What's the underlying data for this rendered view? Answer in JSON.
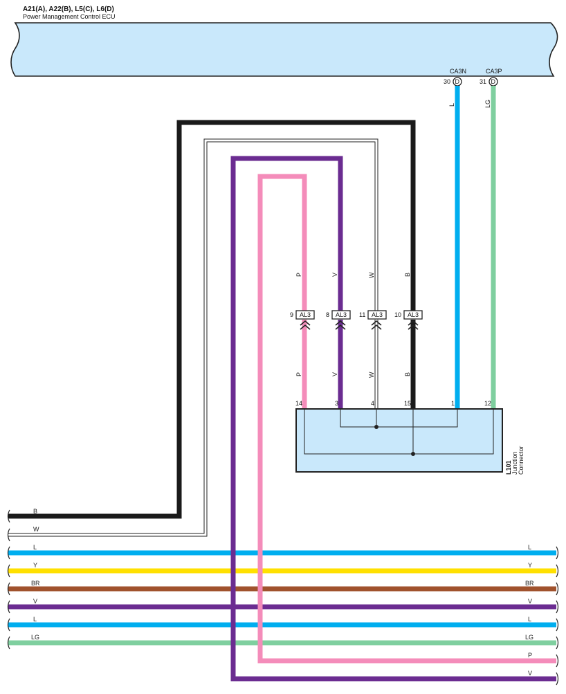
{
  "ecu": {
    "title": "A21(A), A22(B), L5(C), L6(D)",
    "name": "Power Management Control ECU",
    "pins": [
      {
        "num": "30",
        "terminal": "D",
        "signal": "CA3N",
        "wire": "L"
      },
      {
        "num": "31",
        "terminal": "D",
        "signal": "CA3P",
        "wire": "LG"
      }
    ]
  },
  "junction": {
    "id": "L101",
    "name_line1": "Junction",
    "name_line2": "Connector",
    "pins": [
      "14",
      "3",
      "4",
      "15",
      "1",
      "12"
    ]
  },
  "connectors": [
    {
      "pin": "9",
      "id": "AL3",
      "wire_top": "P",
      "wire_bottom": "P"
    },
    {
      "pin": "8",
      "id": "AL3",
      "wire_top": "V",
      "wire_bottom": "V"
    },
    {
      "pin": "11",
      "id": "AL3",
      "wire_top": "W",
      "wire_bottom": "W"
    },
    {
      "pin": "10",
      "id": "AL3",
      "wire_top": "B",
      "wire_bottom": "B"
    }
  ],
  "bus_wires": [
    {
      "left": "B",
      "right": "",
      "color": "#1a1a1a"
    },
    {
      "left": "W",
      "right": "",
      "color": "#ffffff"
    },
    {
      "left": "L",
      "right": "L",
      "color": "#00aeef"
    },
    {
      "left": "Y",
      "right": "Y",
      "color": "#ffe000"
    },
    {
      "left": "BR",
      "right": "BR",
      "color": "#a0522d"
    },
    {
      "left": "V",
      "right": "V",
      "color": "#6b2c91"
    },
    {
      "left": "L",
      "right": "L",
      "color": "#00aeef"
    },
    {
      "left": "LG",
      "right": "LG",
      "color": "#7fcf9f"
    },
    {
      "left": "",
      "right": "P",
      "color": "#f48cba"
    },
    {
      "left": "",
      "right": "V",
      "color": "#6b2c91"
    }
  ],
  "colors": {
    "B": "#1a1a1a",
    "W": "#ffffff",
    "L": "#00aeef",
    "Y": "#ffe000",
    "BR": "#a0522d",
    "V": "#6b2c91",
    "LG": "#7fcf9f",
    "P": "#f48cba",
    "box_fill": "#c9e8fb"
  }
}
